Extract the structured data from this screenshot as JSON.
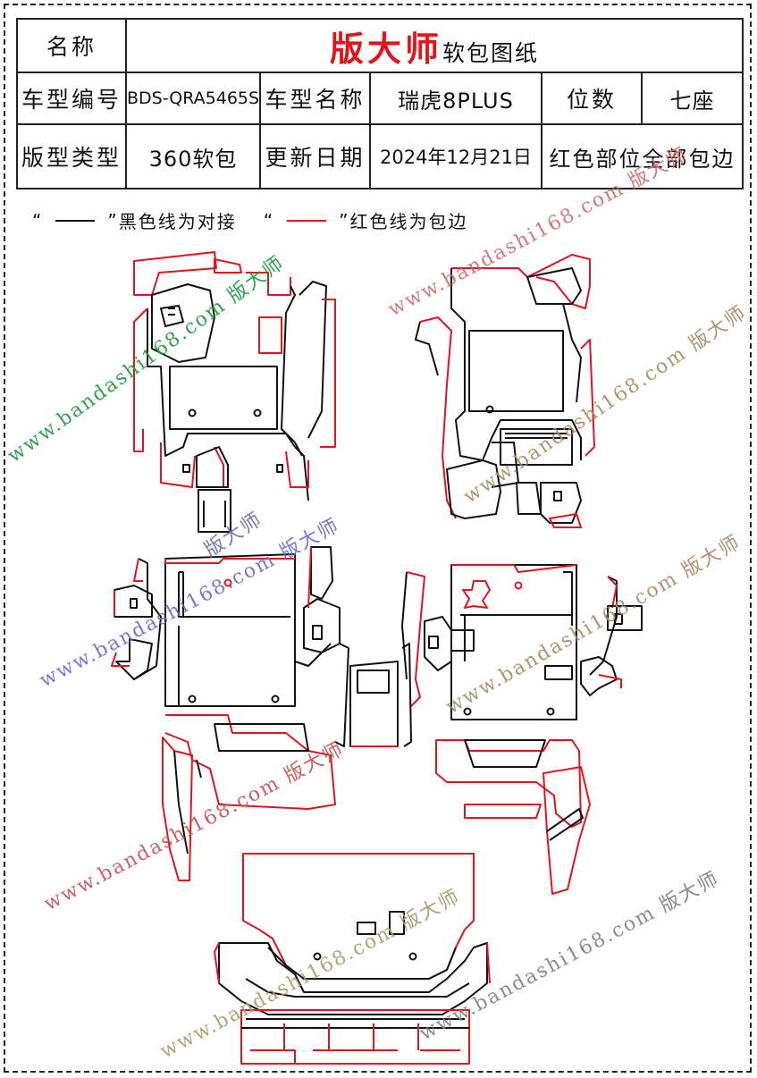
{
  "header": {
    "name_label": "名称",
    "brand": "版大师",
    "subtitle": "软包图纸",
    "row1": {
      "code_label": "车型编号",
      "code_value": "BDS-QRA5465S",
      "model_label": "车型名称",
      "model_value": "瑞虎8PLUS",
      "seats_label": "位数",
      "seats_value": "七座"
    },
    "row2": {
      "type_label": "版型类型",
      "type_value": "360软包",
      "date_label": "更新日期",
      "date_value": "2024年12月21日",
      "note": "红色部位全部包边"
    }
  },
  "legend": {
    "open_quote": "“",
    "close_quote": "”",
    "black_text": "黑色线为对接",
    "red_text": "红色线为包边",
    "colors": {
      "black": "#111111",
      "red": "#e3141b"
    }
  },
  "watermark": {
    "url": "www.bandashi168.com",
    "brand": "版大师"
  },
  "colors": {
    "accent": "#e3141b",
    "line": "#111111"
  }
}
